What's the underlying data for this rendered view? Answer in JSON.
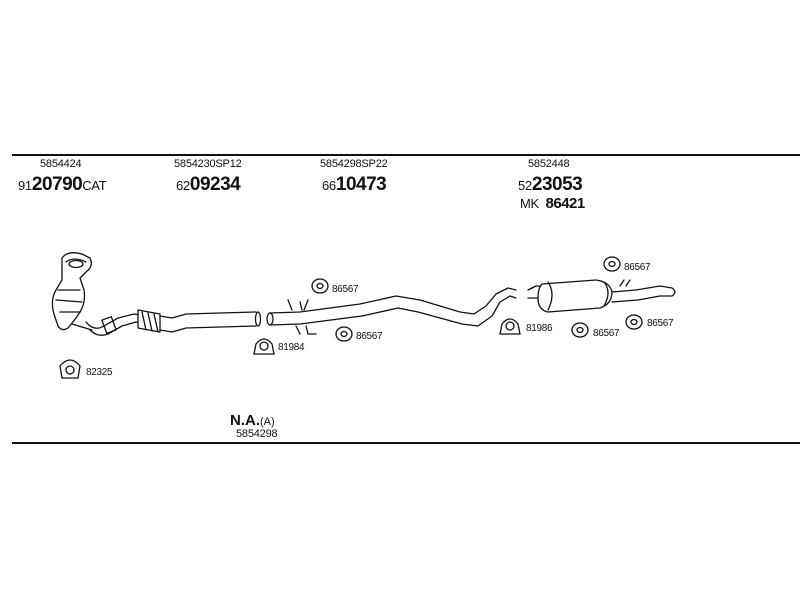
{
  "header_parts": [
    {
      "part_number": "5854424",
      "code_prefix": "91",
      "code_main": "20790",
      "code_suffix": "CAT"
    },
    {
      "part_number": "5854230SP12",
      "code_prefix": "62",
      "code_main": "09234",
      "code_suffix": ""
    },
    {
      "part_number": "5854298SP22",
      "code_prefix": "66",
      "code_main": "10473",
      "code_suffix": ""
    },
    {
      "part_number": "5852448",
      "code_prefix": "52",
      "code_main": "23053",
      "code_suffix": ""
    }
  ],
  "mounting_kit": {
    "prefix": "MK",
    "code": "86421"
  },
  "callouts": {
    "gasket_front": "82325",
    "clamp_front": "81984",
    "hanger_mid_top": "86567",
    "hanger_mid_bottom": "86567",
    "clamp_rear": "81986",
    "hanger_rear_top": "86567",
    "hanger_rear_bottom_left": "86567",
    "hanger_rear_bottom_right": "86567"
  },
  "not_available": {
    "label": "N.A.",
    "note": "(A)",
    "part_number": "5854298"
  }
}
